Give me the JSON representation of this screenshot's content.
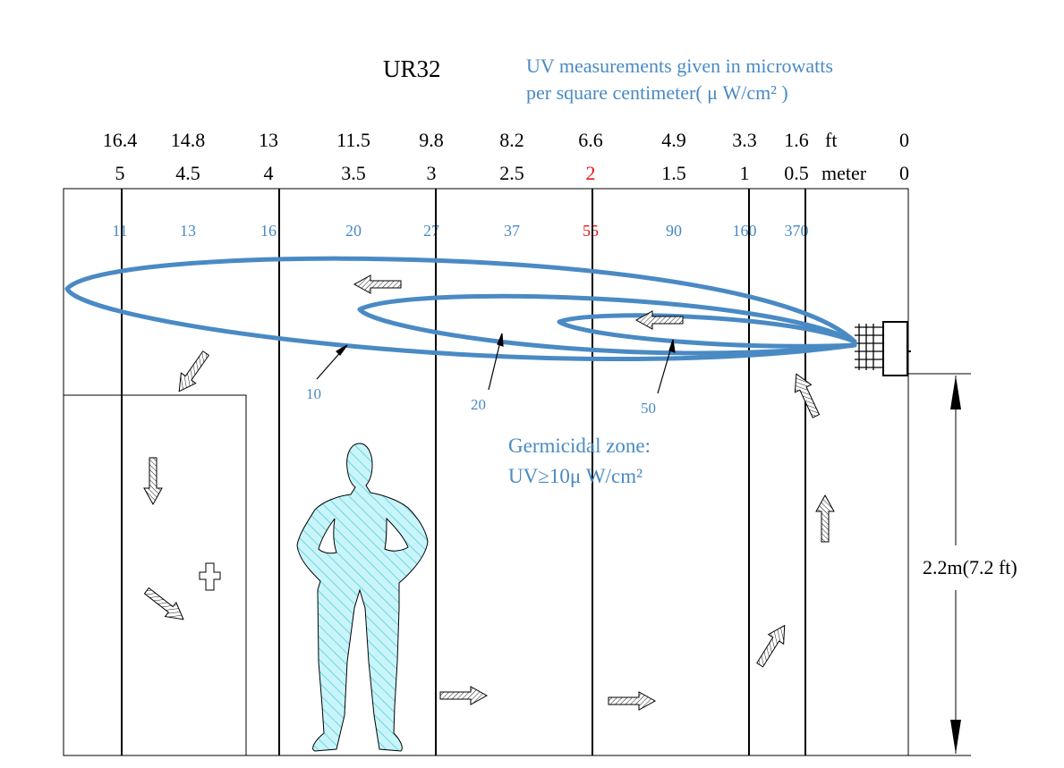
{
  "title": "UR32",
  "note": {
    "line1": "UV measurements given in microwatts",
    "line2": "per square centimeter( μ W/cm²   )"
  },
  "distances": [
    {
      "ft": "16.4",
      "m": "5",
      "uv": "11"
    },
    {
      "ft": "14.8",
      "m": "4.5",
      "uv": "13"
    },
    {
      "ft": "13",
      "m": "4",
      "uv": "16"
    },
    {
      "ft": "11.5",
      "m": "3.5",
      "uv": "20"
    },
    {
      "ft": "9.8",
      "m": "3",
      "uv": "27"
    },
    {
      "ft": "8.2",
      "m": "2.5",
      "uv": "37"
    },
    {
      "ft": "6.6",
      "m": "2",
      "uv": "55",
      "highlight": true
    },
    {
      "ft": "4.9",
      "m": "1.5",
      "uv": "90"
    },
    {
      "ft": "3.3",
      "m": "1",
      "uv": "160"
    },
    {
      "ft": "1.6",
      "m": "0.5",
      "uv": "370"
    }
  ],
  "unit_ft": "ft",
  "unit_m": "meter",
  "origin_ft": "0",
  "origin_m": "0",
  "contours": [
    "10",
    "20",
    "50"
  ],
  "zone": {
    "line1": "Germicidal zone:",
    "line2": "UV≥10μ W/cm²"
  },
  "height_label": "2.2m(7.2 ft)",
  "colors": {
    "contour": "#4a8ac4",
    "text_blue": "#4a8ac4",
    "highlight": "#e8141a",
    "person_fill": "#c8f4fa",
    "person_hatch": "#3cc6d8"
  }
}
